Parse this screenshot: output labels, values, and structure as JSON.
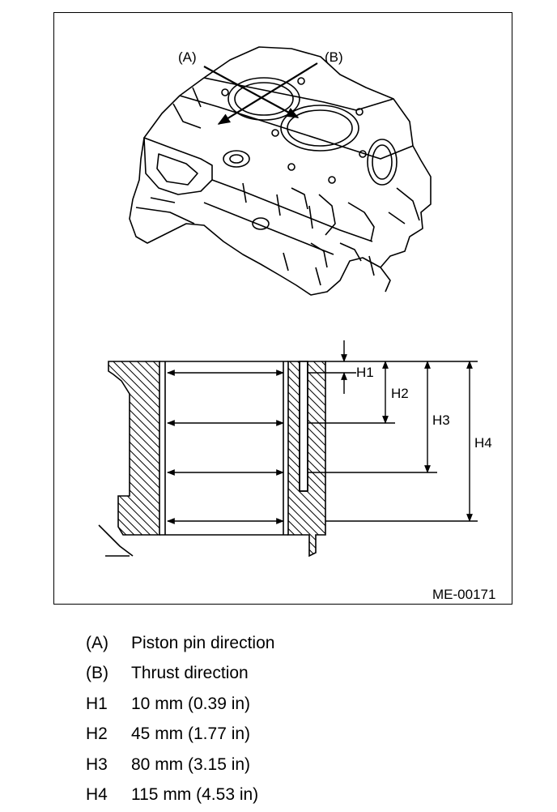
{
  "figure": {
    "callouts": {
      "a": "(A)",
      "b": "(B)"
    },
    "dimensions": {
      "h1": "H1",
      "h2": "H2",
      "h3": "H3",
      "h4": "H4"
    },
    "code": "ME-00171"
  },
  "legend": [
    {
      "key": "(A)",
      "desc": "Piston pin direction"
    },
    {
      "key": "(B)",
      "desc": "Thrust direction"
    },
    {
      "key": "H1",
      "desc": "10 mm (0.39 in)"
    },
    {
      "key": "H2",
      "desc": "45 mm (1.77 in)"
    },
    {
      "key": "H3",
      "desc": "80 mm (3.15 in)"
    },
    {
      "key": "H4",
      "desc": "115 mm (4.53 in)"
    }
  ]
}
